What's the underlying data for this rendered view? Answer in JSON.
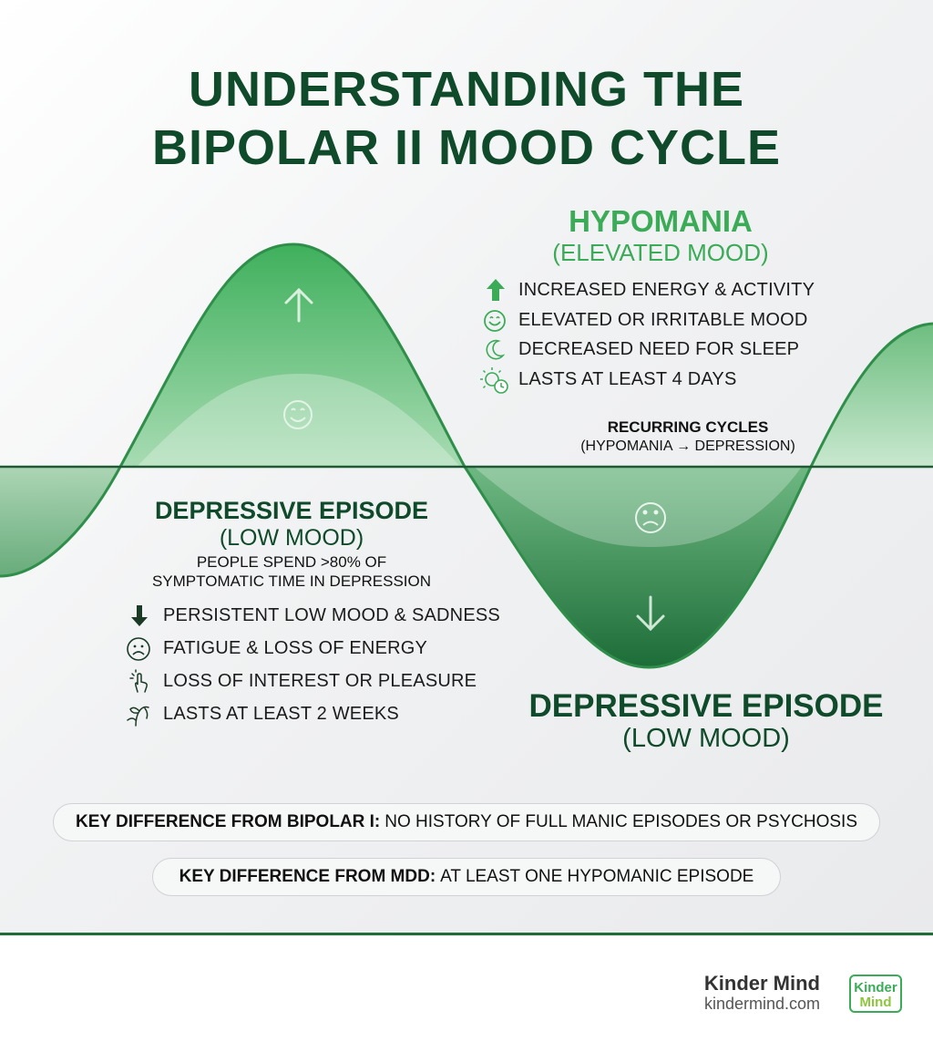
{
  "title": {
    "line1": "UNDERSTANDING THE",
    "line2": "BIPOLAR II MOOD CYCLE"
  },
  "hypomania": {
    "title": "HYPOMANIA",
    "subtitle": "(ELEVATED MOOD)",
    "items": [
      {
        "icon": "arrow-up-icon",
        "label": "INCREASED ENERGY & ACTIVITY"
      },
      {
        "icon": "smile-icon",
        "label": "ELEVATED OR IRRITABLE MOOD"
      },
      {
        "icon": "moon-icon",
        "label": "DECREASED NEED FOR SLEEP"
      },
      {
        "icon": "sun-clock-icon",
        "label": "LASTS AT LEAST 4 DAYS"
      }
    ]
  },
  "recurring": {
    "title": "RECURRING CYCLES",
    "subtitle": "(HYPOMANIA → DEPRESSION)"
  },
  "depressive_left": {
    "title": "DEPRESSIVE EPISODE",
    "subtitle": "(LOW MOOD)",
    "note_line1": "PEOPLE SPEND >80% OF",
    "note_line2": "SYMPTOMATIC TIME IN DEPRESSION",
    "items": [
      {
        "icon": "arrow-down-icon",
        "label": "PERSISTENT LOW MOOD & SADNESS"
      },
      {
        "icon": "frown-icon",
        "label": "FATIGUE & LOSS OF ENERGY"
      },
      {
        "icon": "hand-tap-icon",
        "label": "LOSS OF INTEREST OR PLEASURE"
      },
      {
        "icon": "wilted-plant-icon",
        "label": "LASTS AT LEAST 2 WEEKS"
      }
    ]
  },
  "depressive_right": {
    "title": "DEPRESSIVE EPISODE",
    "subtitle": "(LOW MOOD)"
  },
  "key_differences": [
    {
      "label": "KEY DIFFERENCE FROM BIPOLAR I:",
      "text": "NO HISTORY OF FULL MANIC EPISODES OR PSYCHOSIS"
    },
    {
      "label": "KEY DIFFERENCE FROM MDD:",
      "text": "AT LEAST ONE HYPOMANIC EPISODE"
    }
  ],
  "footer": {
    "brand": "Kinder Mind",
    "url": "kindermind.com",
    "logo_line1": "Kinder",
    "logo_line2": "Mind"
  },
  "colors": {
    "dark_green": "#0f4a2a",
    "bright_green": "#3bab58",
    "wave_green": "#2f8f4a"
  }
}
